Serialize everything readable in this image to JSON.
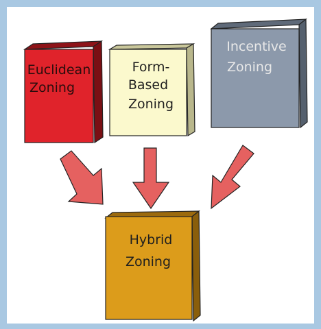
{
  "books": {
    "euclidean": {
      "line1": "Euclidean",
      "line2": "Zoning",
      "color": "#e0232b"
    },
    "form_based": {
      "line1": "Form-",
      "line2": "Based",
      "line3": "Zoning",
      "color": "#fbf9cd"
    },
    "incentive": {
      "line1": "Incentive",
      "line2": "Zoning",
      "color": "#8c99ab"
    },
    "hybrid": {
      "line1": "Hybrid",
      "line2": "Zoning",
      "color": "#dc9c1b"
    }
  },
  "arrow_color": "#e56160"
}
